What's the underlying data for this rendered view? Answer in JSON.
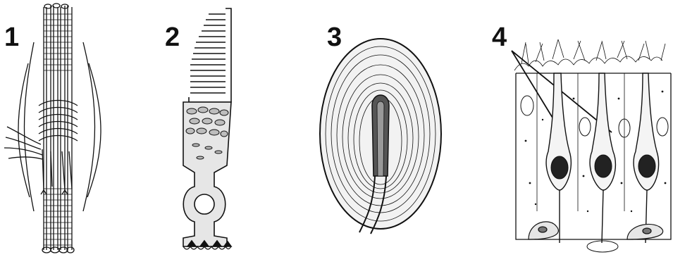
{
  "labels": {
    "panel1": "1",
    "panel2": "2",
    "panel3": "3",
    "panel4": "4"
  },
  "panels": [
    {
      "id": "panel1",
      "depicts": "muscle-spindle-icon"
    },
    {
      "id": "panel2",
      "depicts": "photoreceptor-rod-cell-icon"
    },
    {
      "id": "panel3",
      "depicts": "pacinian-corpuscle-icon"
    },
    {
      "id": "panel4",
      "depicts": "olfactory-epithelium-icon"
    }
  ],
  "colors": {
    "ink": "#111111",
    "fill_light": "#e6e6e6",
    "fill_mid": "#bdbdbd",
    "background": "#ffffff"
  }
}
